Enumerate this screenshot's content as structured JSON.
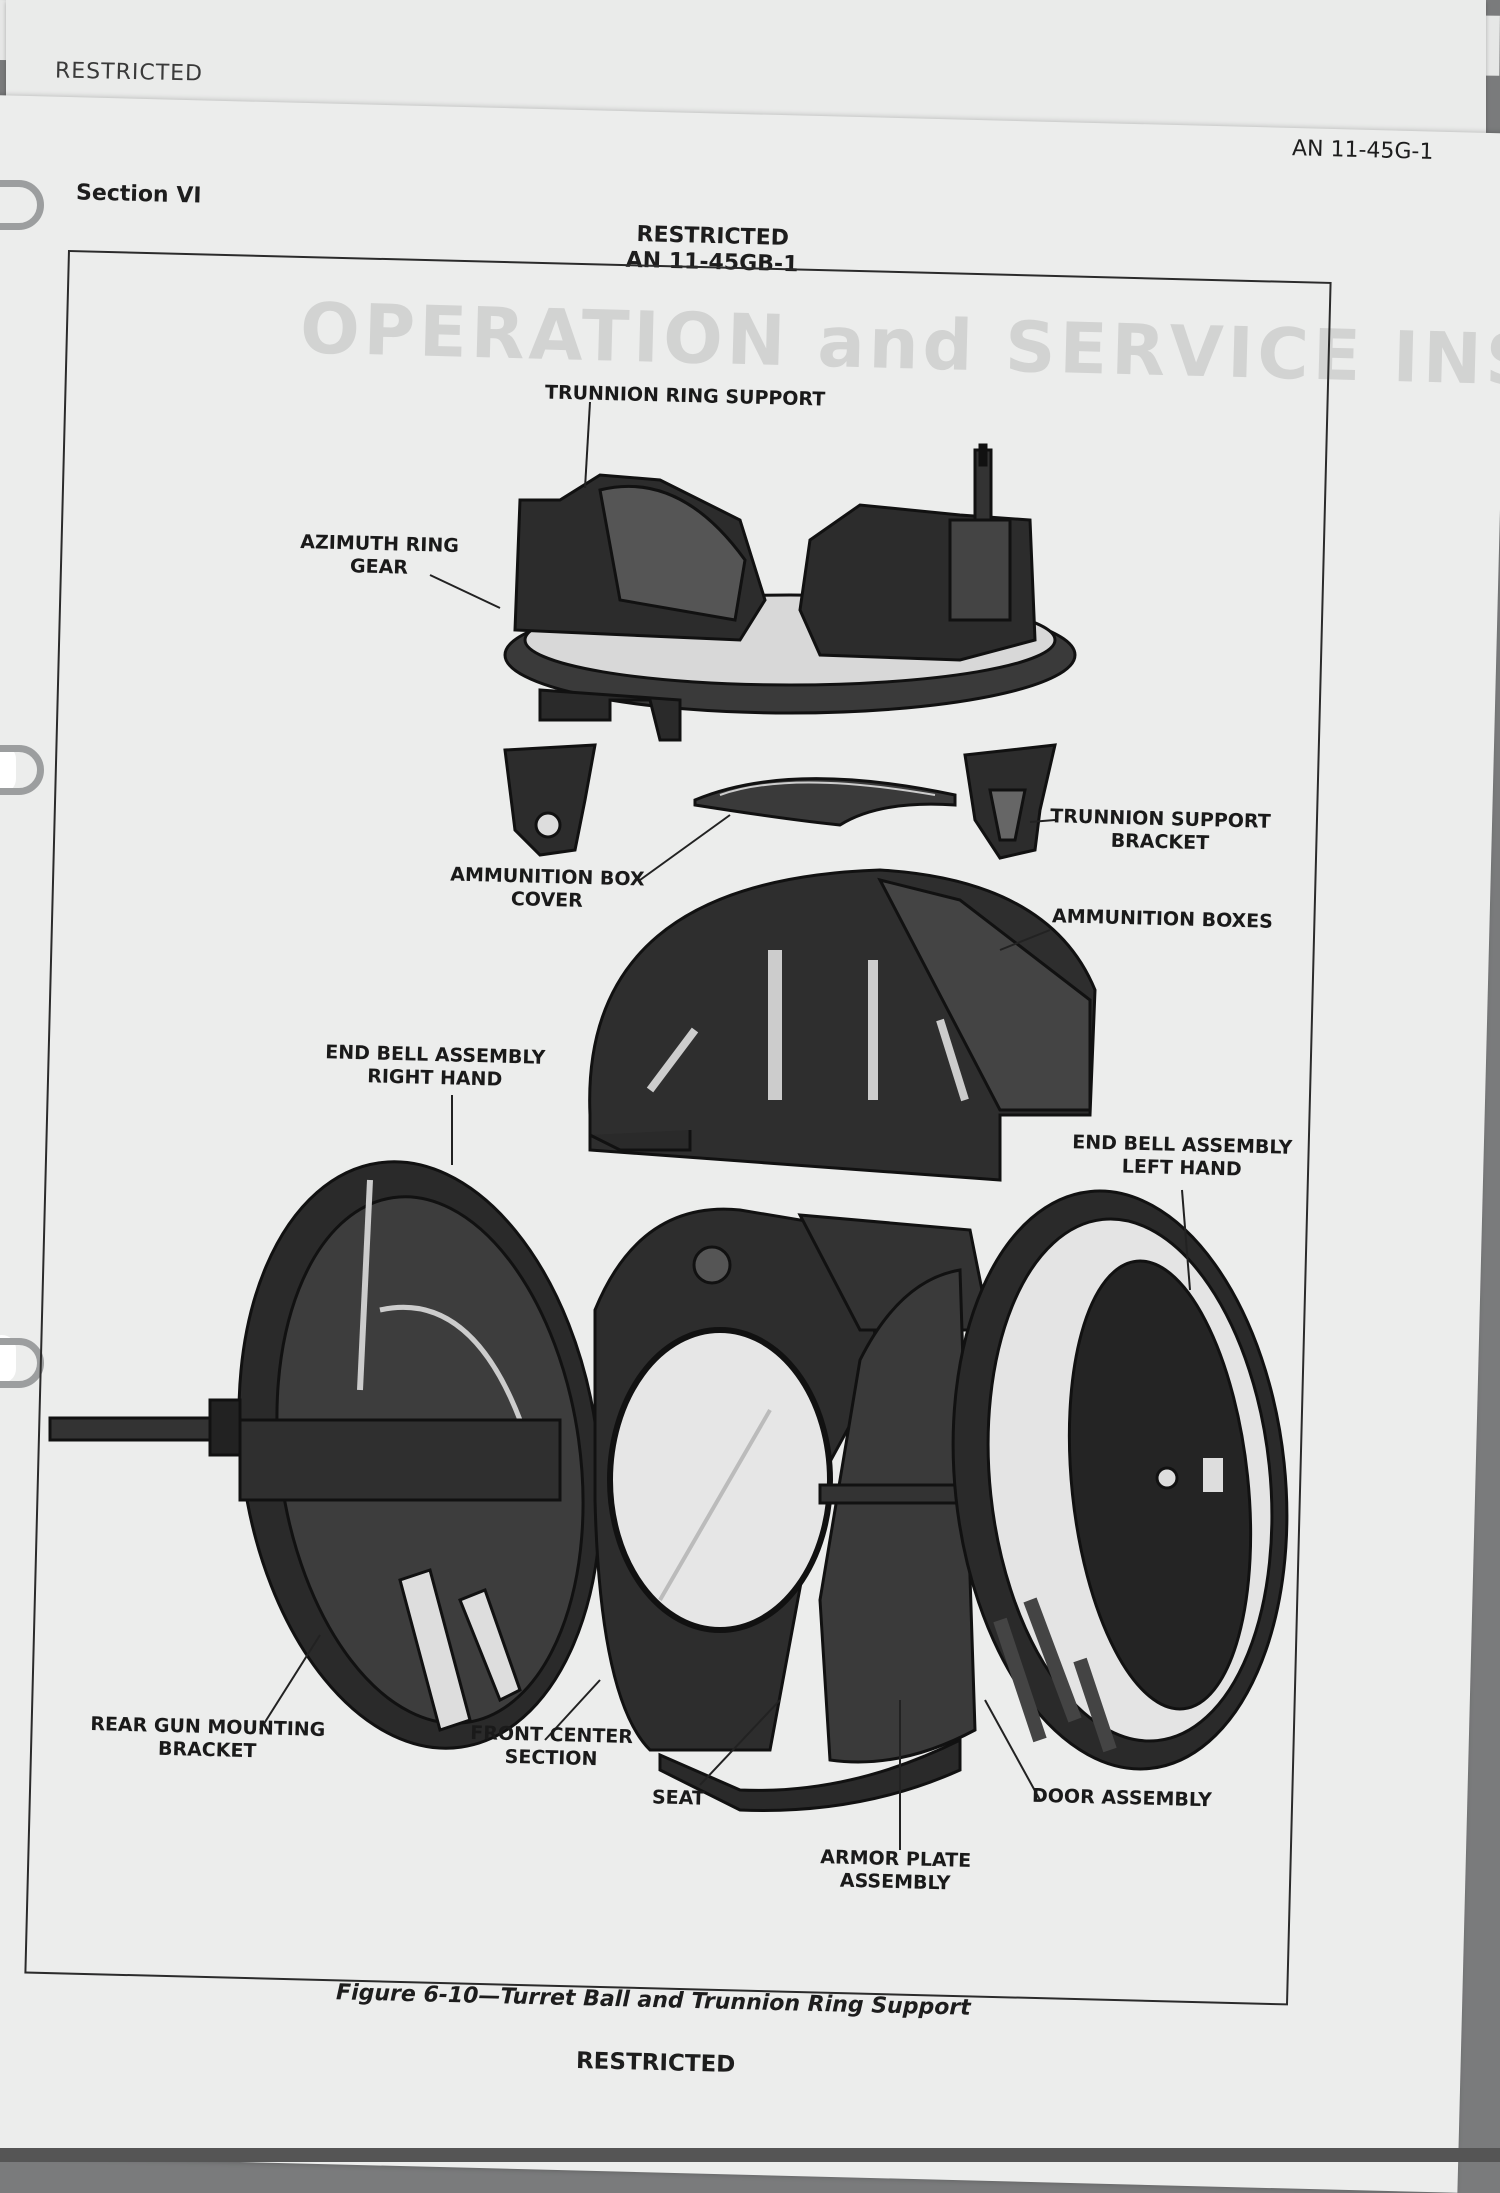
{
  "header": {
    "back_sheet_mark": "RESTRICTED",
    "back_sheet_doc": "AN 11-45G-1",
    "section": "Section VI",
    "classification": "RESTRICTED",
    "doc_number": "AN 11-45GB-1"
  },
  "figure": {
    "labels": {
      "trunnion_ring_support": "TRUNNION RING SUPPORT",
      "azimuth_ring_gear_1": "AZIMUTH RING",
      "azimuth_ring_gear_2": "GEAR",
      "trunnion_support_bracket_1": "TRUNNION SUPPORT",
      "trunnion_support_bracket_2": "BRACKET",
      "ammunition_box_cover_1": "AMMUNITION BOX",
      "ammunition_box_cover_2": "COVER",
      "ammunition_boxes": "AMMUNITION BOXES",
      "end_bell_right_1": "END BELL ASSEMBLY",
      "end_bell_right_2": "RIGHT HAND",
      "end_bell_left_1": "END BELL ASSEMBLY",
      "end_bell_left_2": "LEFT HAND",
      "rear_gun_bracket_1": "REAR GUN MOUNTING",
      "rear_gun_bracket_2": "BRACKET",
      "front_center_1": "FRONT CENTER",
      "front_center_2": "SECTION",
      "seat": "SEAT",
      "door_assembly": "DOOR ASSEMBLY",
      "armor_plate_1": "ARMOR PLATE",
      "armor_plate_2": "ASSEMBLY"
    },
    "caption": "Figure 6-10—Turret Ball and Trunnion Ring Support"
  },
  "footer": {
    "classification": "RESTRICTED"
  }
}
